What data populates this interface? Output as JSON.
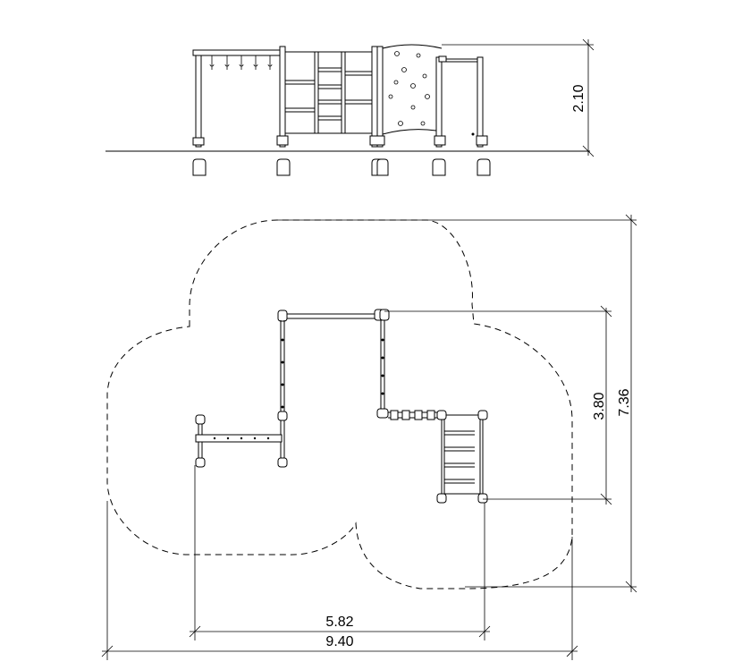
{
  "elevation": {
    "height_label": "2.10"
  },
  "plan": {
    "depth_inner_label": "3.80",
    "depth_outer_label": "7.36",
    "width_inner_label": "5.82",
    "width_outer_label": "9.40"
  }
}
